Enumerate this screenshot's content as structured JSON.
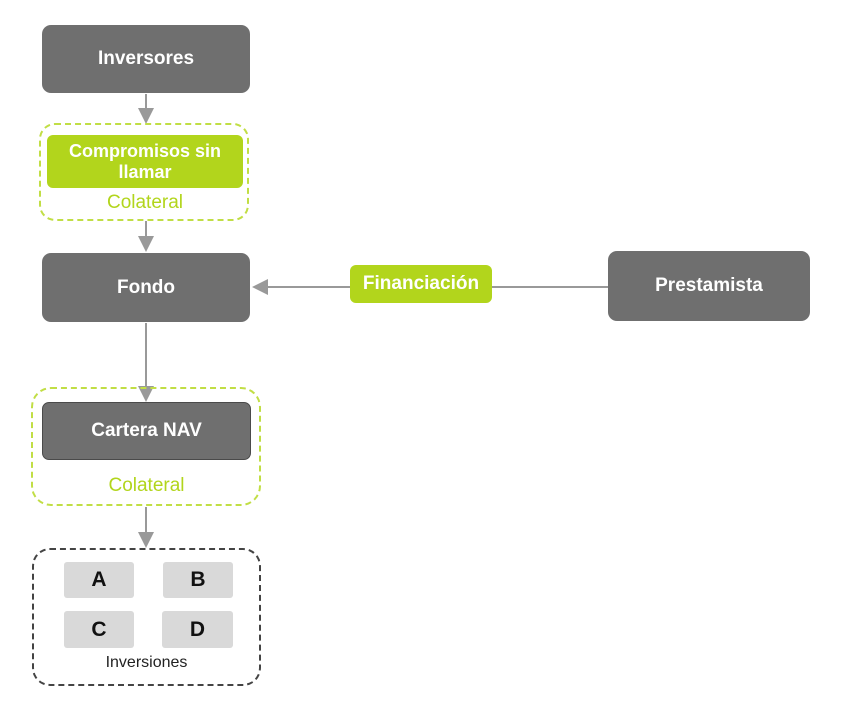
{
  "diagram": {
    "nodes": {
      "inversores": "Inversores",
      "compromisos": "Compromisos sin llamar",
      "compromisos_collateral": "Colateral",
      "fondo": "Fondo",
      "financiacion": "Financiación",
      "prestamista": "Prestamista",
      "cartera": "Cartera NAV",
      "cartera_collateral": "Colateral",
      "inversiones_caption": "Inversiones"
    },
    "investments": [
      "A",
      "B",
      "C",
      "D"
    ],
    "edges": [
      {
        "from": "Inversores",
        "to": "Compromisos sin llamar"
      },
      {
        "from": "Compromisos sin llamar",
        "to": "Fondo"
      },
      {
        "from": "Prestamista",
        "to": "Fondo",
        "label": "Financiación"
      },
      {
        "from": "Fondo",
        "to": "Cartera NAV"
      },
      {
        "from": "Cartera NAV",
        "to": "Inversiones"
      }
    ],
    "colors": {
      "node_dark": "#6f6f6f",
      "accent_green": "#b2d51c",
      "connector": "#999999"
    }
  }
}
